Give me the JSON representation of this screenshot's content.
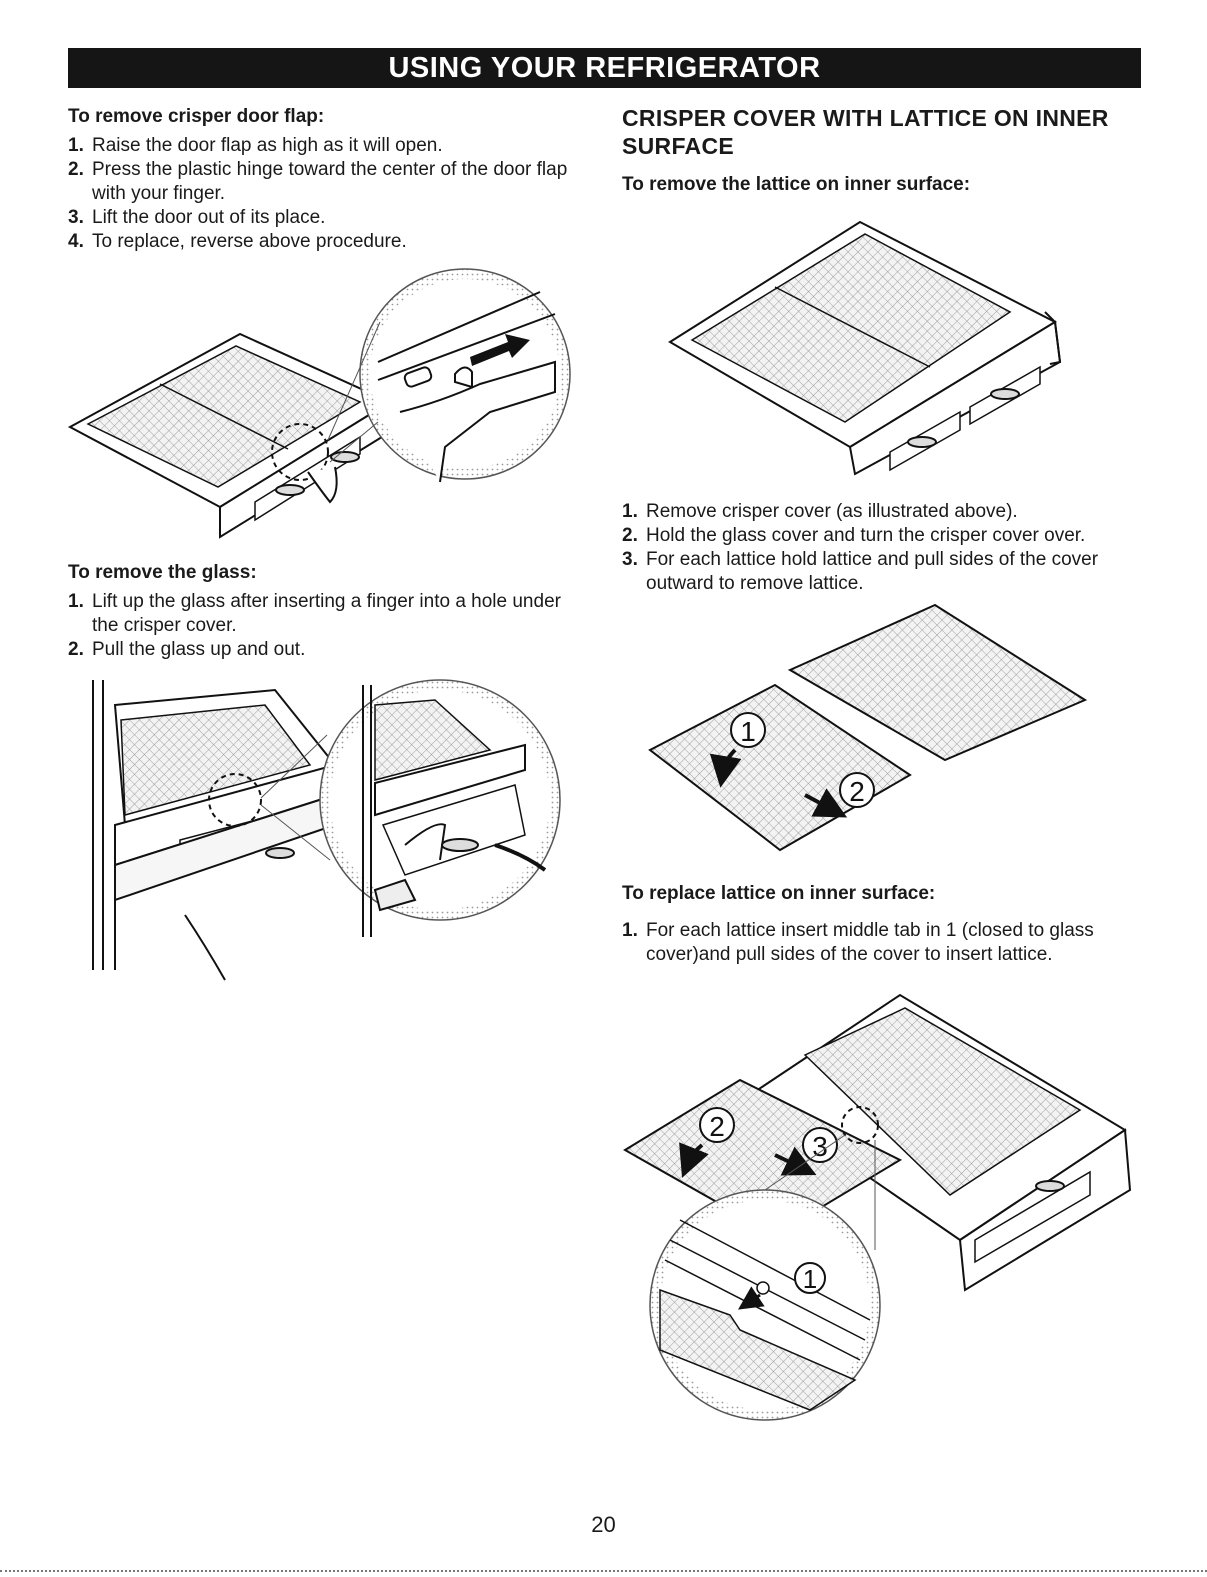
{
  "header": {
    "title": "USING YOUR REFRIGERATOR"
  },
  "left": {
    "flap": {
      "heading": "To remove crisper door flap:",
      "steps": [
        {
          "num": "1.",
          "text": "Raise the door flap as high as it will open."
        },
        {
          "num": "2.",
          "text": "Press the plastic hinge toward the center of the door flap with your finger."
        },
        {
          "num": "3.",
          "text": "Lift the door out of its place."
        },
        {
          "num": "4.",
          "text": "To replace, reverse above procedure."
        }
      ]
    },
    "glass": {
      "heading": "To remove the glass:",
      "steps": [
        {
          "num": "1.",
          "text": "Lift up the glass after inserting a finger into a hole under the crisper cover."
        },
        {
          "num": "2.",
          "text": "Pull the glass up and out."
        }
      ]
    }
  },
  "right": {
    "section_title": "CRISPER COVER WITH LATTICE ON INNER SURFACE",
    "remove": {
      "heading": "To remove the lattice on inner surface:",
      "steps": [
        {
          "num": "1.",
          "text": "Remove crisper cover (as illustrated above)."
        },
        {
          "num": "2.",
          "text": "Hold the glass cover and turn the crisper cover over."
        },
        {
          "num": "3.",
          "text": "For each lattice hold lattice and pull sides of the cover outward to remove lattice."
        }
      ]
    },
    "replace": {
      "heading": "To replace lattice on inner surface:",
      "steps": [
        {
          "num": "1.",
          "text": "For each lattice insert middle tab in 1 (closed to glass cover)and pull sides of the cover to insert lattice."
        }
      ]
    },
    "fig_remove_labels": [
      "1",
      "2"
    ],
    "fig_replace_labels": [
      "2",
      "3",
      "1"
    ]
  },
  "footer": {
    "page_number": "20"
  }
}
